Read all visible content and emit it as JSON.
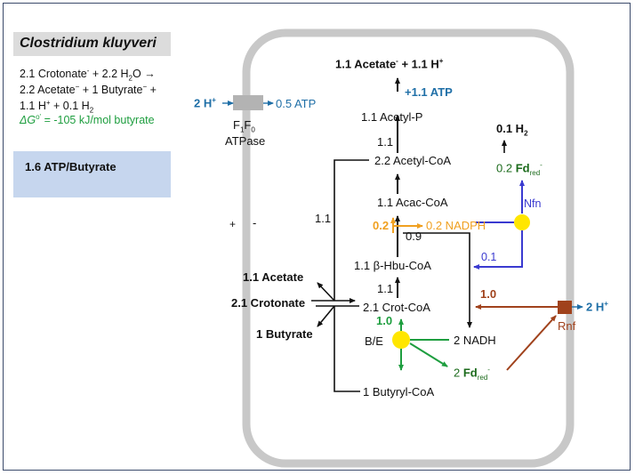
{
  "title": "Clostridium kluyveri",
  "equation": {
    "line1_a": "2.1 Crotonate",
    "line1_sup1": "-",
    "line1_b": " + 2.2 H",
    "line1_sub": "2",
    "line1_c": "O  →",
    "line2_a": "2.2 Acetate",
    "line2_sup1": "−",
    "line2_b": "  + 1 Butyrate",
    "line2_sup2": "−",
    "line2_c": " +",
    "line3_a": "1.1 H",
    "line3_sup": "+",
    "line3_b": " + 0.1 H",
    "line3_sub": "2",
    "dg_a": "ΔG",
    "dg_sup": "o'",
    "dg_b": " = -105 kJ/mol butyrate"
  },
  "atp_ratio": "1.6 ATP/Butyrate",
  "labels": {
    "acetate_out": "1.1 Acetate",
    "acetate_out_sup": "-",
    "h_out": " + 1.1 H",
    "h_out_sup": "+",
    "atp_plus": "+1.1 ATP",
    "acetyl_p": "1.1  Acetyl-P",
    "n11_a": "1.1",
    "acetyl_coa": "2.2 Acetyl-CoA",
    "h2": "0.1 H",
    "h2_sub": "2",
    "fd_top_a": "0.2 ",
    "fd_top_b": "Fd",
    "fd_top_sub": "red",
    "fd_top_sup": "-",
    "nfn": "Nfn",
    "acac_coa": "1.1 Acac-CoA",
    "orange_02": "0.2",
    "nadph": "0.2 NADPH",
    "n09": "0.9",
    "hbu_coa": "1.1 β-Hbu-CoA",
    "purple_01": "0.1",
    "n11_b": "1.1",
    "crot_coa": "2.1 Crot-CoA",
    "brown_10": "1.0",
    "green_10": "1.0",
    "be": "B/E",
    "nadh": "2 NADH",
    "fd_bot_a": "2 ",
    "fd_bot_b": "Fd",
    "fd_bot_sub": "red",
    "fd_bot_sup": "-",
    "butyryl_coa": "1 Butyryl-CoA",
    "rnf": "Rnf",
    "h_rnf": "2 H",
    "h_rnf_sup": "+",
    "h_atpase": "2 H",
    "h_atpase_sup": "+",
    "atp05": "0.5 ATP",
    "f1f0_a": "F",
    "f1f0_sub1": "1",
    "f1f0_b": "F",
    "f1f0_sub2": "0",
    "atpase": "ATPase",
    "plus": "+",
    "minus": "-",
    "n11_c": "1.1",
    "ext_acetate": "1.1 Acetate",
    "ext_crotonate": "2.1 Crotonate",
    "ext_butyrate": "1 Butyrate"
  },
  "colors": {
    "membrane": "#c8c8c8",
    "blue": "#1f6fa7",
    "green": "#1e9e3f",
    "dark_green": "#1c6b1c",
    "orange": "#f0a020",
    "purple": "#3a3ad0",
    "brown": "#a0421c",
    "yellow": "#ffe600",
    "title_box": "#dcdcdc",
    "atp_box": "#c6d6ee"
  }
}
